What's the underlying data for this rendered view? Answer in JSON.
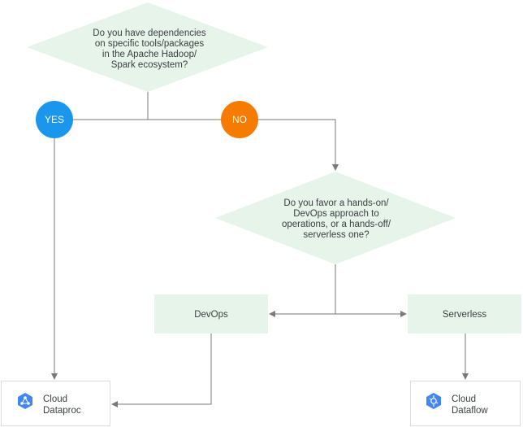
{
  "question1": {
    "lines": [
      "Do you have dependencies",
      "on specific tools/packages",
      "in the Apache Hadoop/",
      "Spark ecosystem?"
    ]
  },
  "yes": {
    "label": "YES",
    "color": "#1a97ec"
  },
  "no": {
    "label": "NO",
    "color": "#f57c00"
  },
  "question2": {
    "lines": [
      "Do you favor a hands-on/",
      "DevOps approach to",
      "operations, or a hands-off/",
      "serverless one?"
    ]
  },
  "devops": {
    "label": "DevOps"
  },
  "serverless": {
    "label": "Serverless"
  },
  "dataproc": {
    "lines": [
      "Cloud",
      "Dataproc"
    ],
    "icon": "dataproc-icon"
  },
  "dataflow": {
    "lines": [
      "Cloud",
      "Dataflow"
    ],
    "icon": "dataflow-icon"
  },
  "colors": {
    "decision_fill": "#e6f4ea",
    "box_fill": "#e6f4ea",
    "card_border": "#dadce0",
    "icon_blue": "#4285f4",
    "connector": "#7a7a7a"
  }
}
